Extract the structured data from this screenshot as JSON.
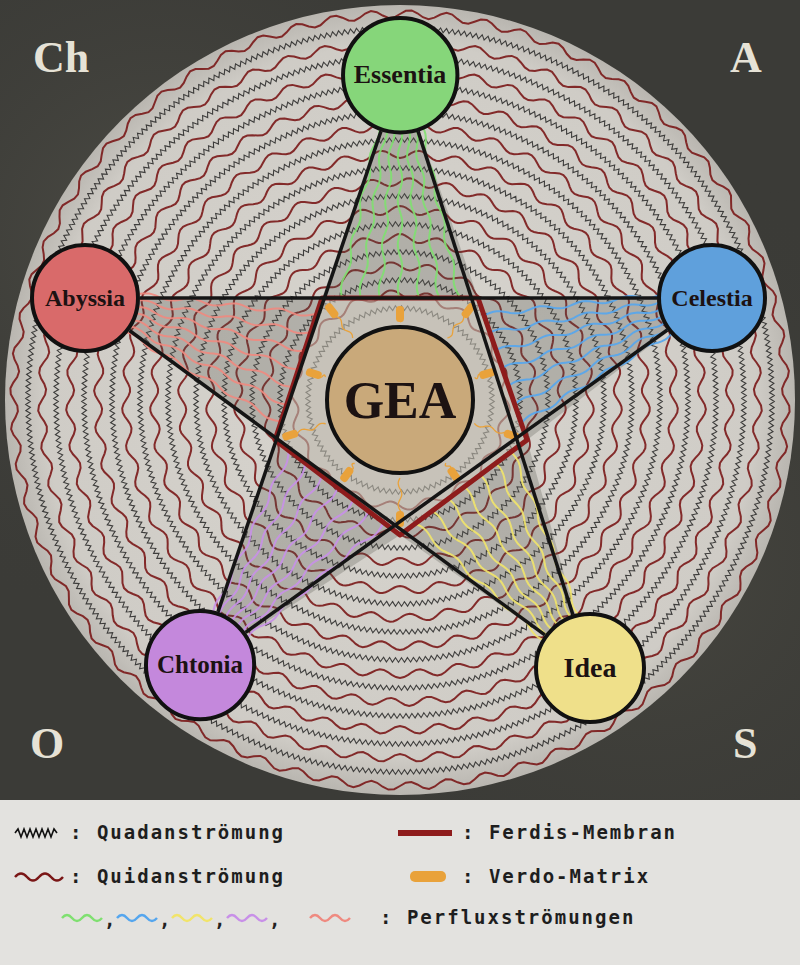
{
  "diagram": {
    "nodes": [
      {
        "text": [
          "Essentia"
        ]
      },
      {
        "text": [
          "Abyssia"
        ]
      },
      {
        "text": [
          "Celestia"
        ]
      },
      {
        "text": [
          "GEA"
        ]
      },
      {
        "text": [
          "Chtonia"
        ]
      },
      {
        "text": [
          "Idea"
        ]
      }
    ],
    "edges": [
      {
        "from": 0,
        "to": 4,
        "arrow": "none"
      },
      {
        "from": 0,
        "to": 5,
        "arrow": "none"
      },
      {
        "from": 1,
        "to": 2,
        "arrow": "none"
      },
      {
        "from": 1,
        "to": 5,
        "arrow": "none"
      },
      {
        "from": 2,
        "to": 4,
        "arrow": "none"
      }
    ],
    "labels": [
      "Ch",
      "A",
      "O",
      "S",
      ",",
      ",",
      ",",
      ","
    ],
    "legend": [
      {
        "text": ": Quadanströmung"
      },
      {
        "text": ": Ferdis-Membran"
      },
      {
        "text": ": Quidanströmung"
      },
      {
        "text": ": Verdo-Matrix"
      },
      {
        "text": ": Perfluxströmungen"
      }
    ]
  }
}
